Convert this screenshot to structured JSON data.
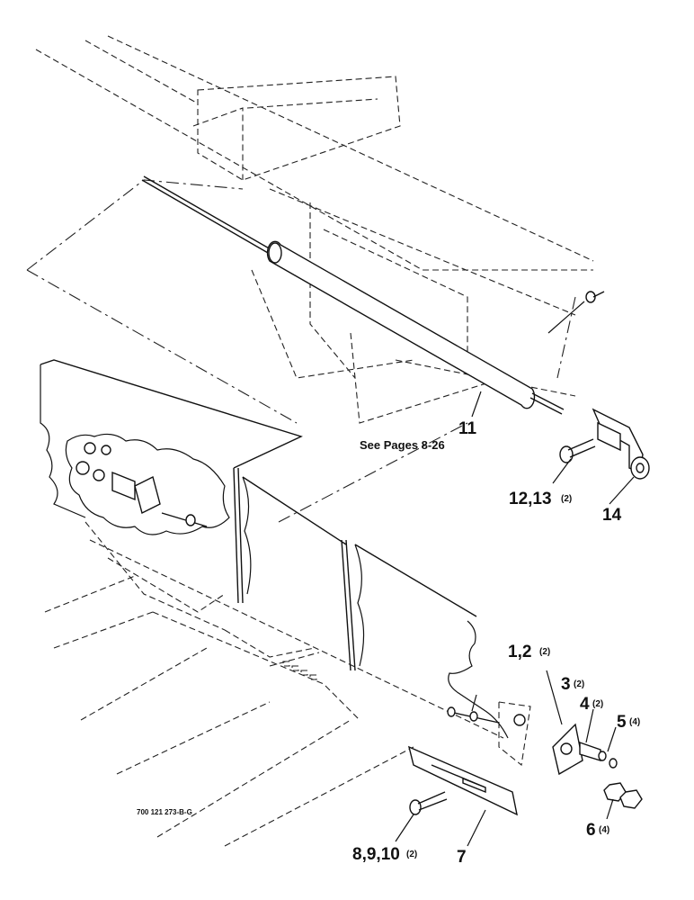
{
  "figure_id": "700 121 273-B-G",
  "note": "See Pages 8-26",
  "callouts": [
    {
      "num": "11",
      "qty": ""
    },
    {
      "num": "12,13",
      "qty": "(2)"
    },
    {
      "num": "14",
      "qty": ""
    },
    {
      "num": "1,2",
      "qty": "(2)"
    },
    {
      "num": "3",
      "qty": "(2)"
    },
    {
      "num": "4",
      "qty": "(2)"
    },
    {
      "num": "5",
      "qty": "(4)"
    },
    {
      "num": "6",
      "qty": "(4)"
    },
    {
      "num": "8,9,10",
      "qty": "(2)"
    },
    {
      "num": "7",
      "qty": ""
    }
  ]
}
